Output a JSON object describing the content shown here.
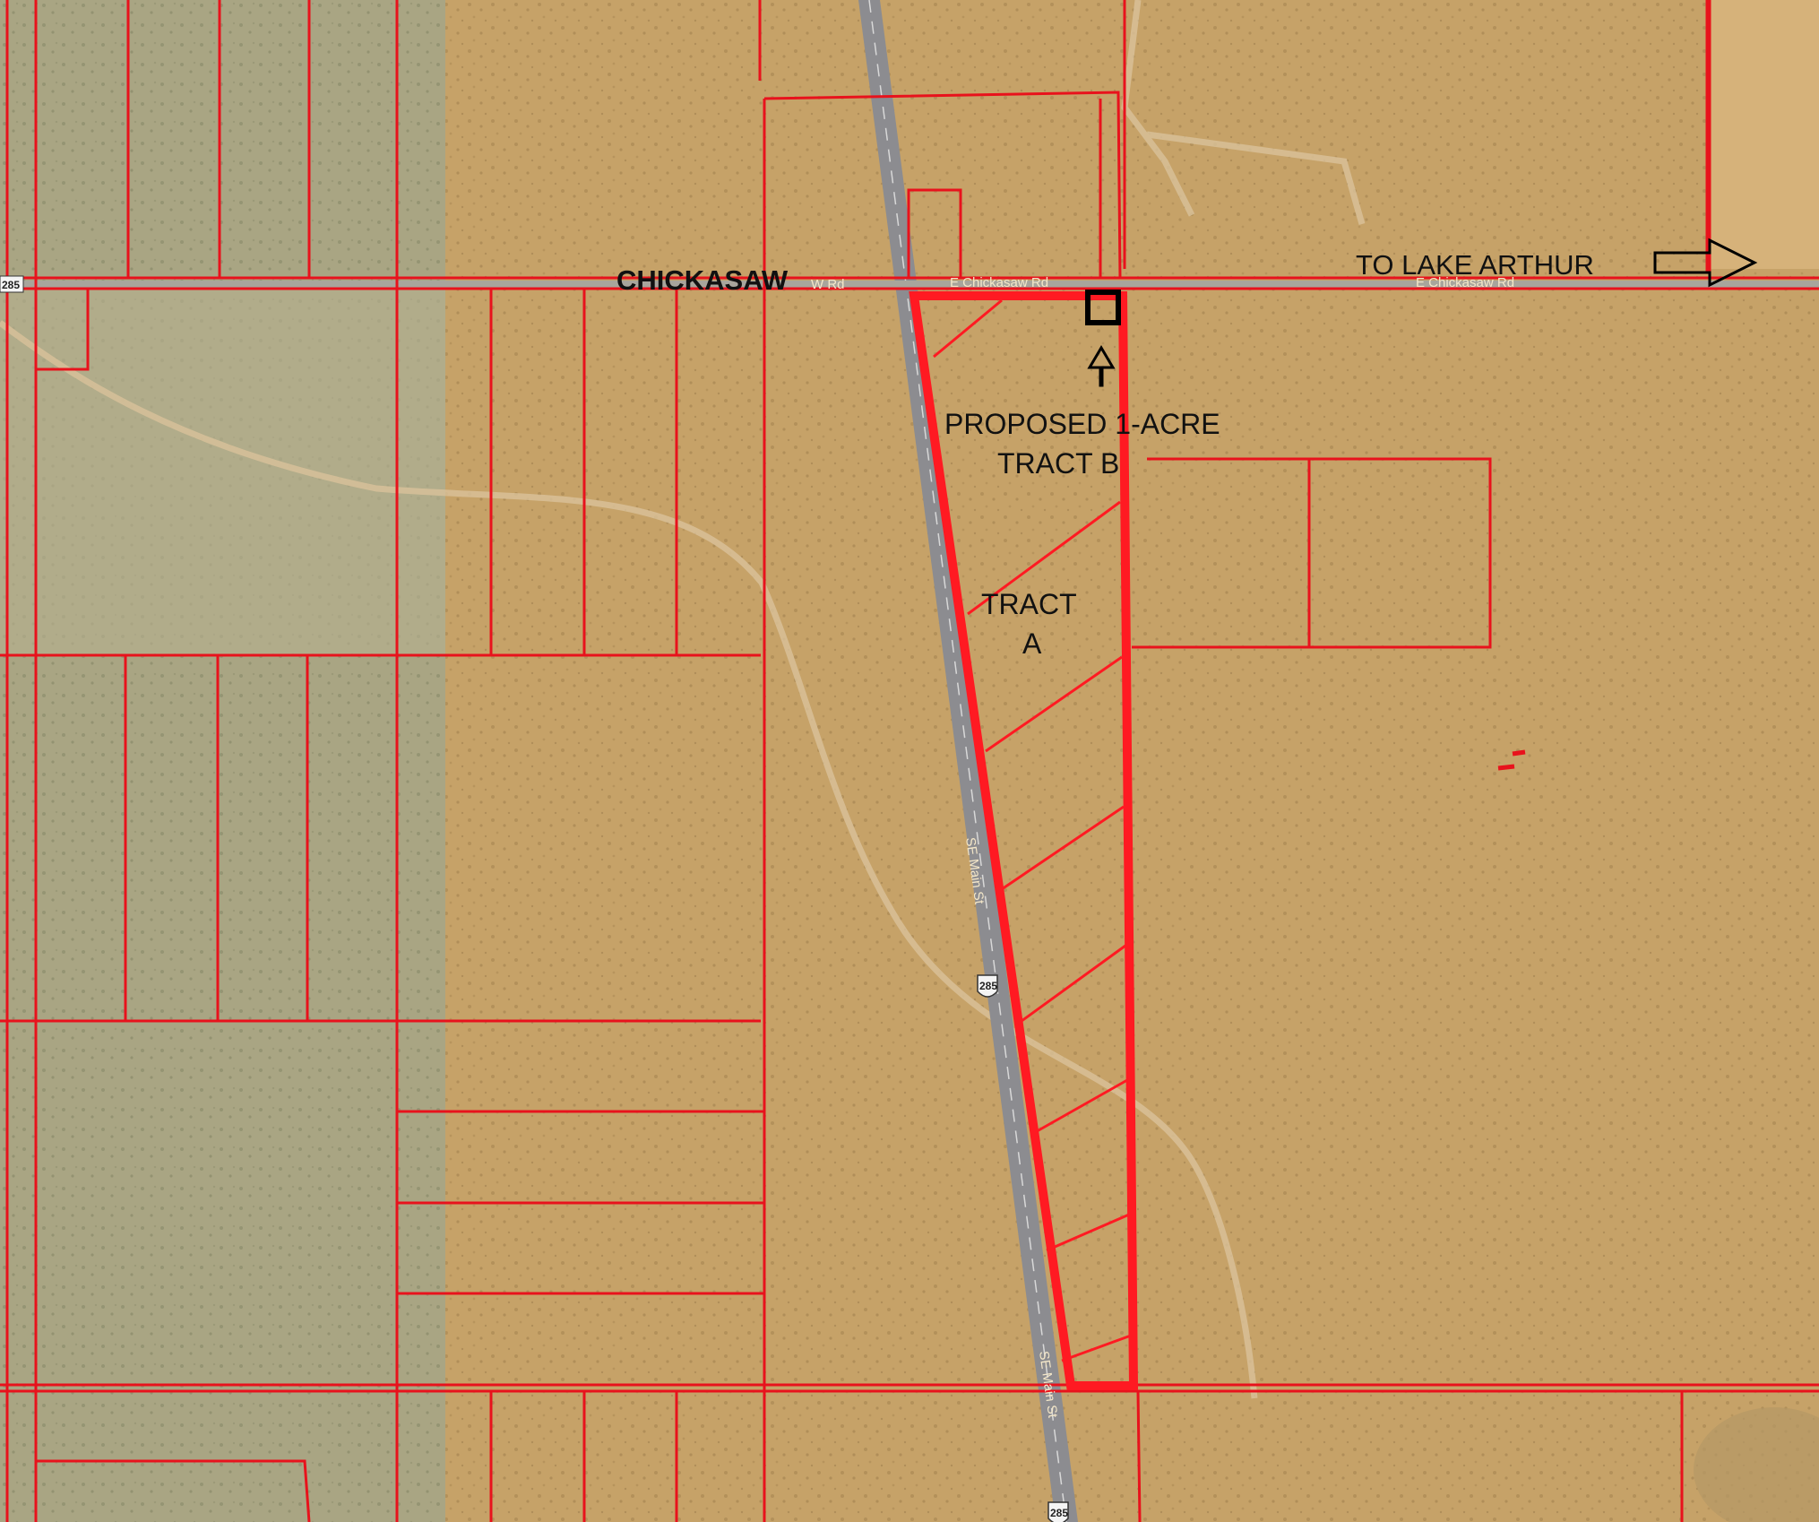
{
  "labels": {
    "road_name": "CHICKASAW",
    "direction": "TO LAKE ARTHUR",
    "proposed_line1": "PROPOSED 1-ACRE",
    "proposed_line2": "TRACT B",
    "tract_a_line1": "TRACT",
    "tract_a_line2": "A"
  },
  "basemap_labels": {
    "main_st_upper": "SE Main St",
    "main_st_lower": "SE Main St",
    "chickasaw_rd_west": "W Rd",
    "chickasaw_rd_mid": "E Chickasaw Rd",
    "chickasaw_rd_east": "E Chickasaw Rd",
    "route_number": "285",
    "route_number_west": "285"
  },
  "colors": {
    "parcel_line": "#e8121c",
    "tract_outline": "#ff1a22",
    "marker": "#000000",
    "terrain_tan": "#c8a46a",
    "terrain_green": "#a6a381"
  },
  "icons": [
    "arrow-right-icon",
    "arrow-up-icon",
    "tract-b-marker-icon",
    "route-shield-icon"
  ]
}
